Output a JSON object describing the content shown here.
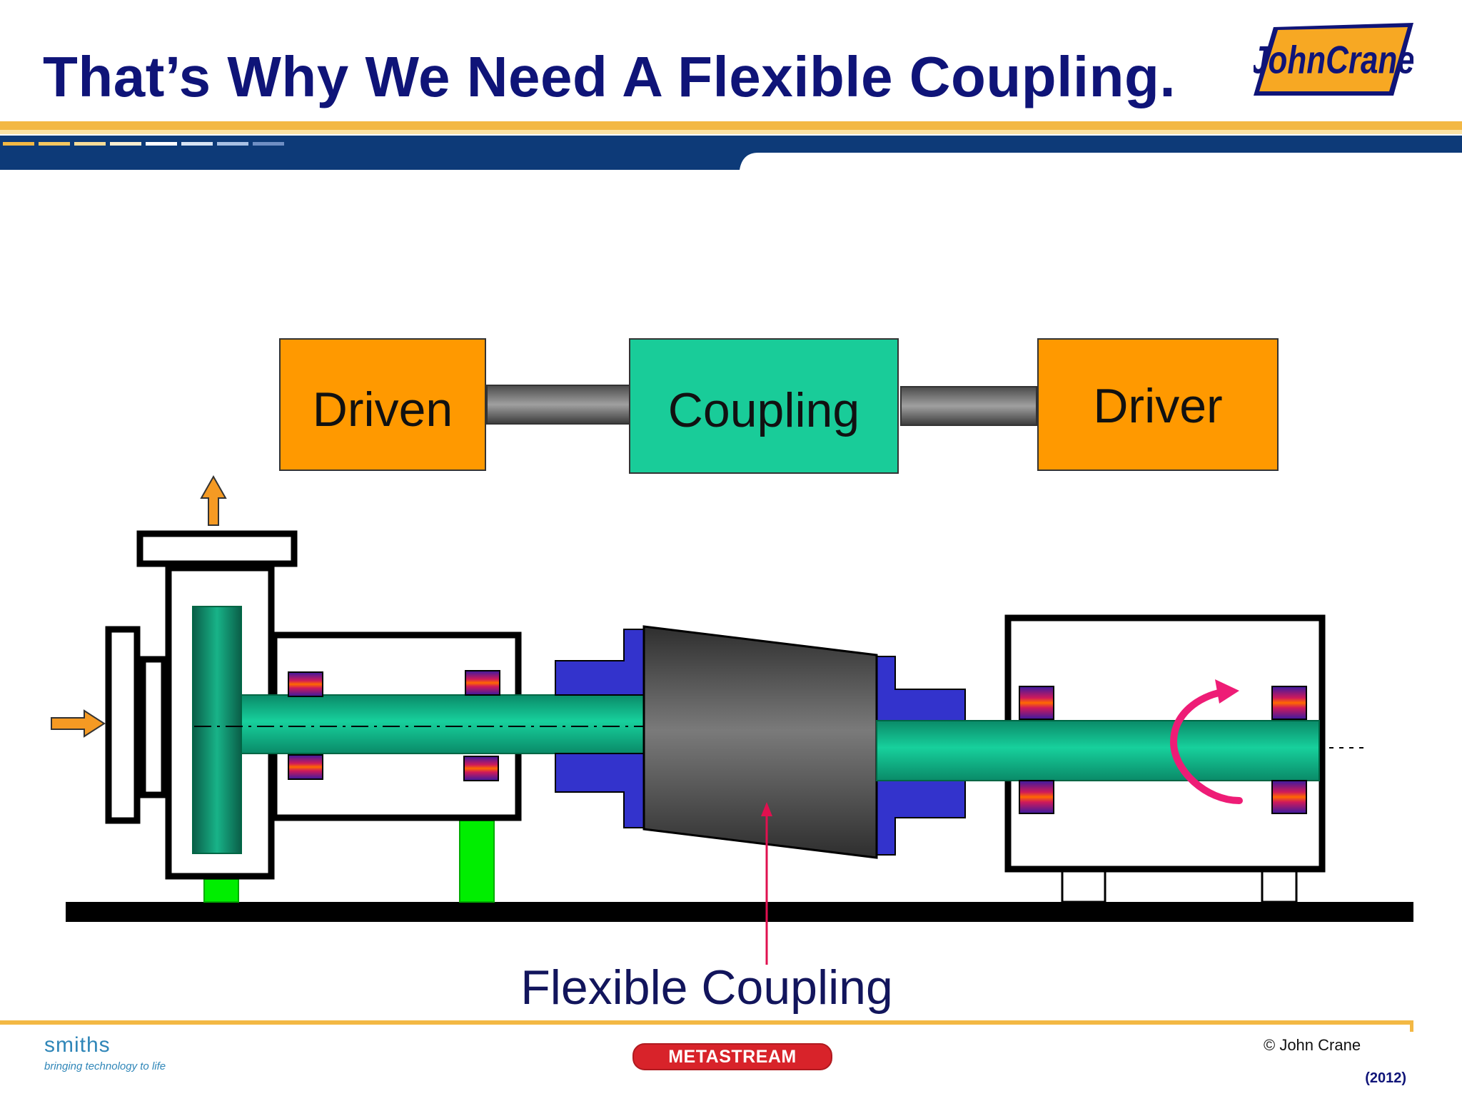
{
  "slide": {
    "title": "That’s Why We Need A Flexible Coupling."
  },
  "branding": {
    "top_logo_text": "JohnCrane",
    "smiths_name": "smiths",
    "smiths_tagline": "bringing technology to life",
    "metastream_text": "METASTREAM",
    "copyright": "© John Crane",
    "year": "(2012)"
  },
  "block_diagram": {
    "driven": "Driven",
    "coupling": "Coupling",
    "driver": "Driver"
  },
  "pump_diagram": {
    "callout": "Flexible Coupling"
  },
  "colors": {
    "title_navy": "#0f1478",
    "header_navy": "#0d3a78",
    "header_gold": "#f3b844",
    "block_orange": "#ff9900",
    "block_teal": "#19cc99",
    "shaft_teal": "#12c090",
    "impeller_teal": "#0f7a5f",
    "hub_blue": "#3333cc",
    "coupling_gray": "#5a5a5a",
    "support_green": "#00ee00",
    "callout_red": "#e0104f",
    "rotation_arrow": "#ee1c76",
    "flow_arrow": "#f59a23"
  }
}
